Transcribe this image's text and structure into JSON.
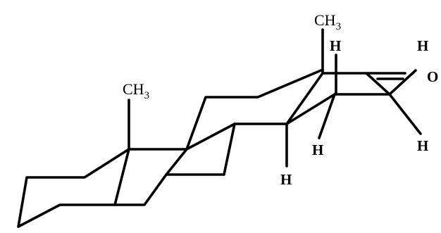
{
  "diagram": {
    "labels": {
      "methyl_top": {
        "main": "CH",
        "sub": "3"
      },
      "methyl_left": {
        "main": "CH",
        "sub": "3"
      },
      "h_axial_top": "H",
      "h_aldehyde": "H",
      "oxygen": "O",
      "h_ring_mid": "H",
      "h_ring_low": "H",
      "h_vinyl": "H"
    }
  }
}
